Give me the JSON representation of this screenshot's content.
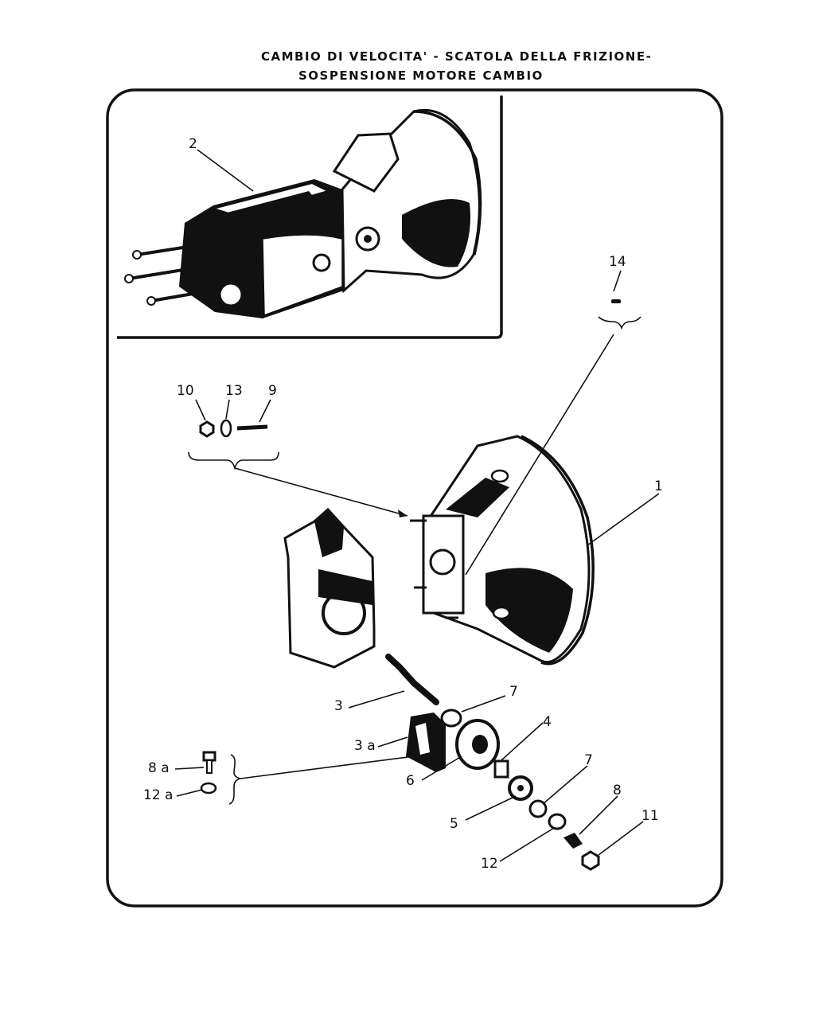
{
  "title": {
    "line1": "CAMBIO DI VELOCITA' - SCATOLA DELLA FRIZIONE-",
    "line2": "SOSPENSIONE MOTORE CAMBIO"
  },
  "parts": {
    "p1": "1",
    "p2": "2",
    "p3": "3",
    "p3a": "3 a",
    "p4": "4",
    "p5": "5",
    "p6": "6",
    "p7a": "7",
    "p7b": "7",
    "p8": "8",
    "p8a": "8 a",
    "p9": "9",
    "p10": "10",
    "p11": "11",
    "p12": "12",
    "p12a": "12 a",
    "p13": "13",
    "p14": "14"
  }
}
